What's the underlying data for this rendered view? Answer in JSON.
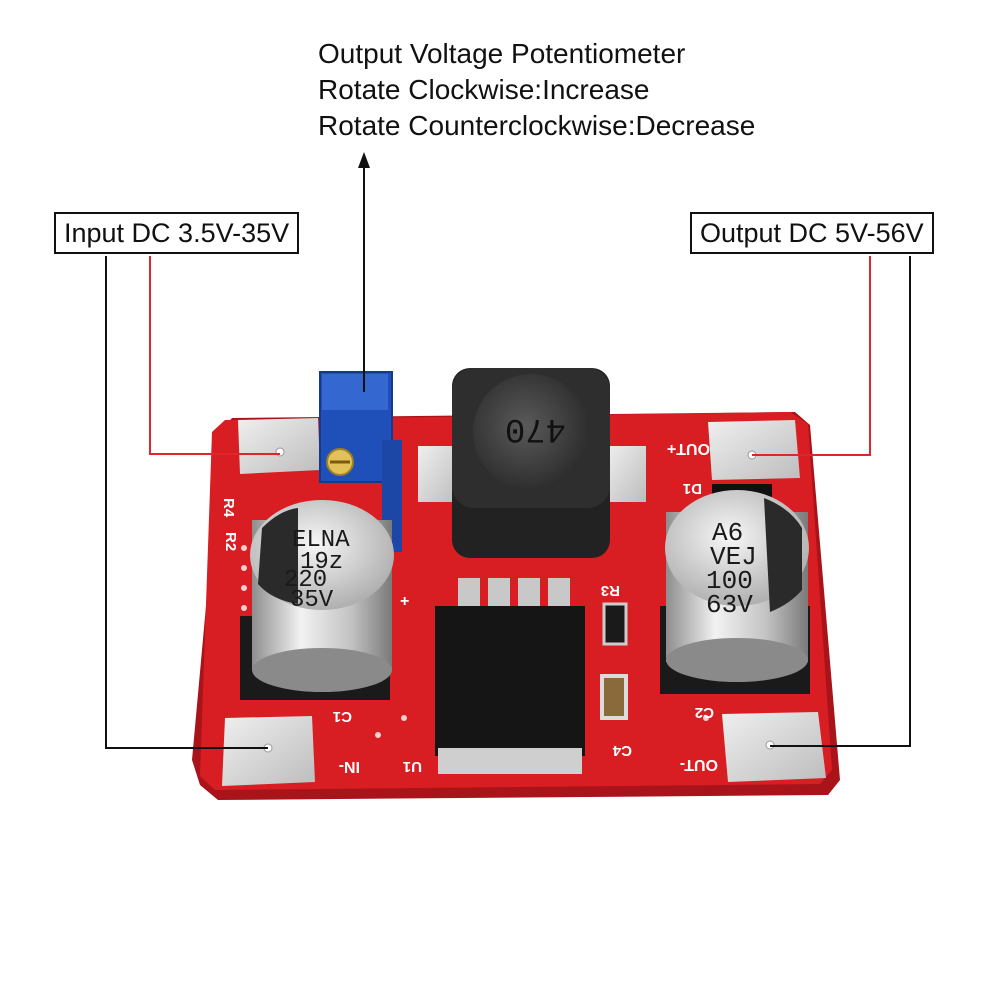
{
  "callouts": {
    "potentiometer": {
      "line1": "Output Voltage Potentiometer",
      "line2": "Rotate Clockwise:Increase",
      "line3": "Rotate Counterclockwise:Decrease"
    },
    "input": "Input DC 3.5V-35V",
    "output": "Output DC 5V-56V"
  },
  "board": {
    "silkscreen": {
      "out_plus": "OUT+",
      "out_minus": "OUT-",
      "in_minus": "IN-",
      "d1": "D1",
      "r3": "R3",
      "r4": "R4",
      "r2": "R2",
      "c1": "C1",
      "c2": "C2",
      "c4": "C4",
      "u1": "U1",
      "plus": "+"
    },
    "inductor_marking": "470",
    "cap_input": {
      "line1": "ELNA",
      "line2": "19z",
      "line3": "220",
      "line4": "35V"
    },
    "cap_output": {
      "line1": "A6",
      "line2": "VEJ",
      "line3": "100",
      "line4": "63V"
    }
  },
  "colors": {
    "pcb": "#d81e22",
    "pcb_dark": "#a8141a",
    "pad": "#d9d9d9",
    "pot_body": "#1f4fb8",
    "leader_red": "#e0262a",
    "leader_black": "#111111"
  }
}
